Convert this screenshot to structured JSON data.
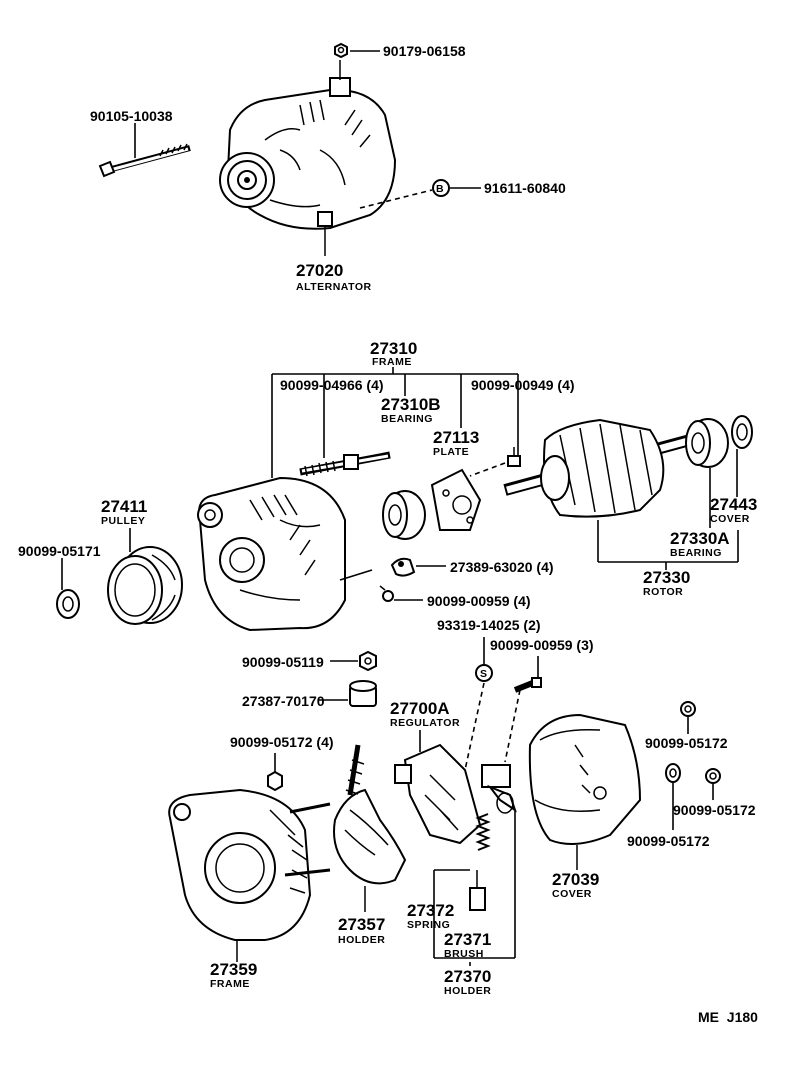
{
  "doc_code": "ME  J180",
  "callouts": {
    "nut_90179_06158": "90179-06158",
    "bolt_90105_10038": "90105-10038",
    "bolt_91611_60840": "91611-60840",
    "b_symbol": "B",
    "alternator_no": "27020",
    "alternator_name": "ALTERNATOR",
    "frame_top_no": "27310",
    "frame_top_name": "FRAME",
    "bolt_90099_04966": "90099-04966 (4)",
    "screw_90099_00949": "90099-00949 (4)",
    "bearing_27310b_no": "27310B",
    "bearing_27310b_name": "BEARING",
    "plate_no": "27113",
    "plate_name": "PLATE",
    "pulley_no": "27411",
    "pulley_name": "PULLEY",
    "nut_90099_05171": "90099-05171",
    "part_27389_63020": "27389-63020 (4)",
    "screw_90099_00959_4": "90099-00959 (4)",
    "cover_27443_no": "27443",
    "cover_27443_name": "COVER",
    "bearing_27330a_no": "27330A",
    "bearing_27330a_name": "BEARING",
    "rotor_no": "27330",
    "rotor_name": "ROTOR",
    "part_93319_14025": "93319-14025 (2)",
    "screw_90099_00959_3": "90099-00959 (3)",
    "s_symbol": "S",
    "nut_90099_05119": "90099-05119",
    "part_27387_70170": "27387-70170",
    "regulator_no": "27700A",
    "regulator_name": "REGULATOR",
    "nut_90099_05172_4": "90099-05172 (4)",
    "nut_90099_05172_a": "90099-05172",
    "nut_90099_05172_b": "90099-05172",
    "nut_90099_05172_c": "90099-05172",
    "cover_27039_no": "27039",
    "cover_27039_name": "COVER",
    "spring_no": "27372",
    "spring_name": "SPRING",
    "brush_no": "27371",
    "brush_name": "BRUSH",
    "holder_27370_no": "27370",
    "holder_27370_name": "HOLDER",
    "holder_27357_no": "27357",
    "holder_27357_name": "HOLDER",
    "frame_bottom_no": "27359",
    "frame_bottom_name": "FRAME"
  }
}
